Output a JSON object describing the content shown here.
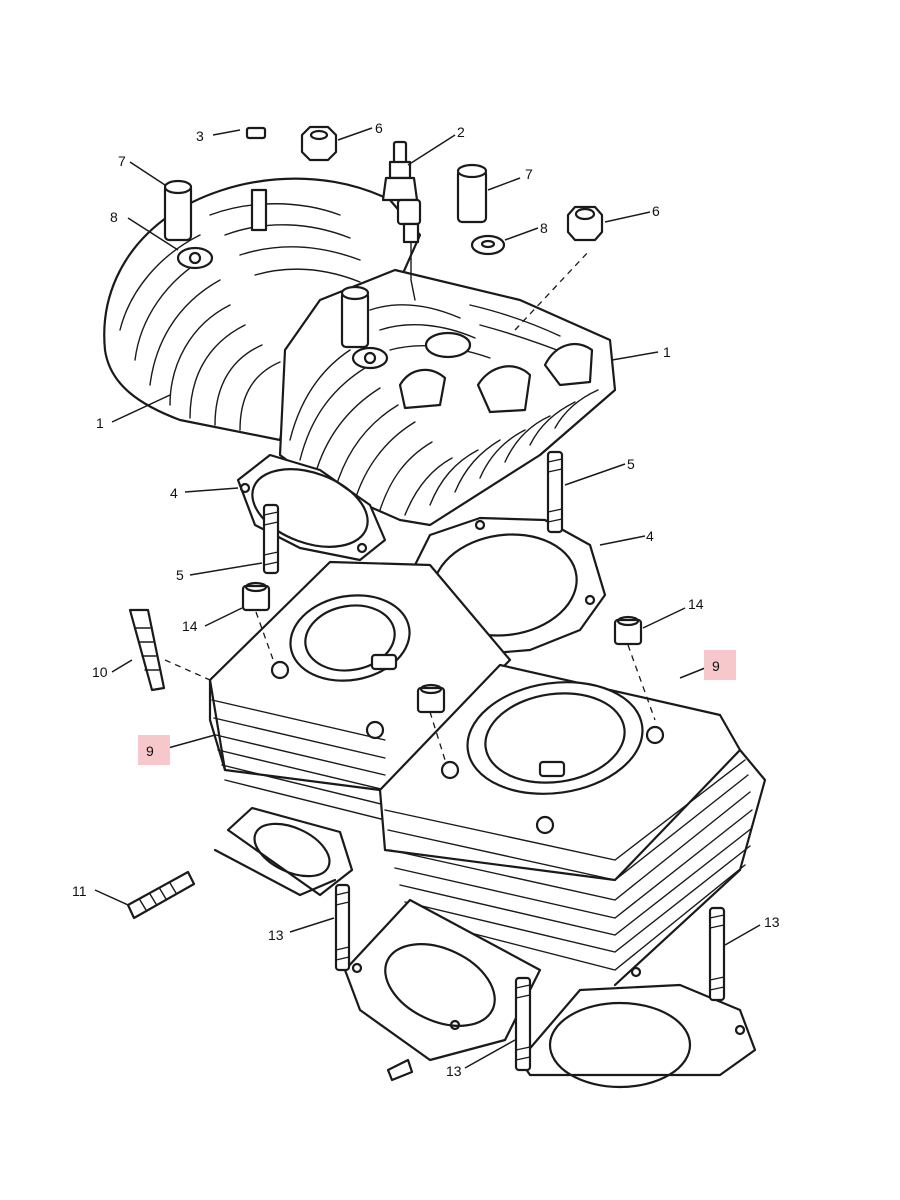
{
  "callouts": {
    "c1a": "1",
    "c1b": "1",
    "c2": "2",
    "c3": "3",
    "c4a": "4",
    "c4b": "4",
    "c5a": "5",
    "c5b": "5",
    "c6a": "6",
    "c6b": "6",
    "c7a": "7",
    "c7b": "7",
    "c8a": "8",
    "c8b": "8",
    "c9a": "9",
    "c9b": "9",
    "c10": "10",
    "c11": "11",
    "c13a": "13",
    "c13b": "13",
    "c13c": "13",
    "c14a": "14",
    "c14b": "14"
  },
  "colors": {
    "highlight": "#f6c8cc",
    "line": "#1a1a1a"
  },
  "highlighted_parts": [
    "9"
  ]
}
